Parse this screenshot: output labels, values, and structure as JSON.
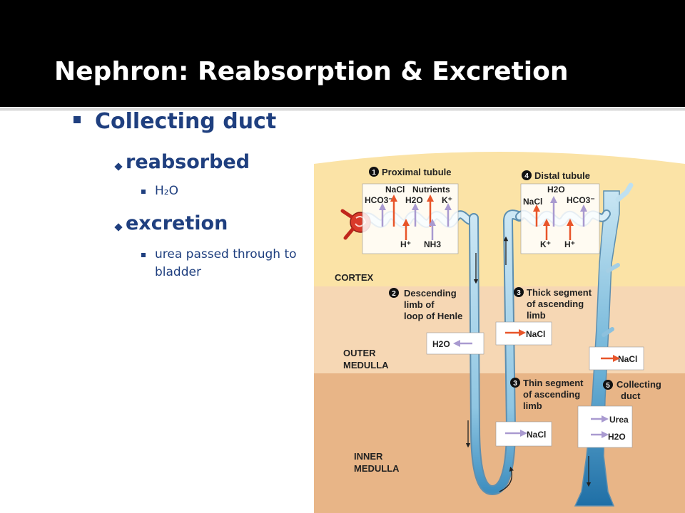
{
  "slide": {
    "title": "Nephron: Reabsorption & Excretion",
    "bullet_main": "Collecting duct",
    "sub1": "reabsorbed",
    "sub1_item": "H₂O",
    "sub2": "excretion",
    "sub2_item_line1": "urea passed through to",
    "sub2_item_line2": "bladder"
  },
  "diagram": {
    "zones": {
      "cortex": "CORTEX",
      "outer_1": "OUTER",
      "outer_2": "MEDULLA",
      "inner_1": "INNER",
      "inner_2": "MEDULLA"
    },
    "step1": {
      "num": "1",
      "label": "Proximal tubule"
    },
    "step2": {
      "num": "2",
      "line1": "Descending",
      "line2": "limb of",
      "line3": "loop of Henle"
    },
    "step3a": {
      "num": "3",
      "line1": "Thick segment",
      "line2": "of ascending",
      "line3": "limb"
    },
    "step3b": {
      "num": "3",
      "line1": "Thin segment",
      "line2": "of ascending",
      "line3": "limb"
    },
    "step4": {
      "num": "4",
      "label": "Distal tubule"
    },
    "step5": {
      "num": "5",
      "line1": "Collecting",
      "line2": "duct"
    },
    "prox": {
      "nacl": "NaCl",
      "nutrients": "Nutrients",
      "hco3": "HCO3⁻",
      "h2o": "H2O",
      "k": "K⁺",
      "h": "H⁺",
      "nh3": "NH3"
    },
    "distal": {
      "h2o": "H2O",
      "nacl": "NaCl",
      "hco3": "HCO3⁻",
      "k": "K⁺",
      "h": "H⁺"
    },
    "desc_h2o": "H2O",
    "thick_nacl": "NaCl",
    "thin_nacl": "NaCl",
    "cd_nacl": "NaCl",
    "cd_urea": "Urea",
    "cd_h2o": "H2O"
  }
}
